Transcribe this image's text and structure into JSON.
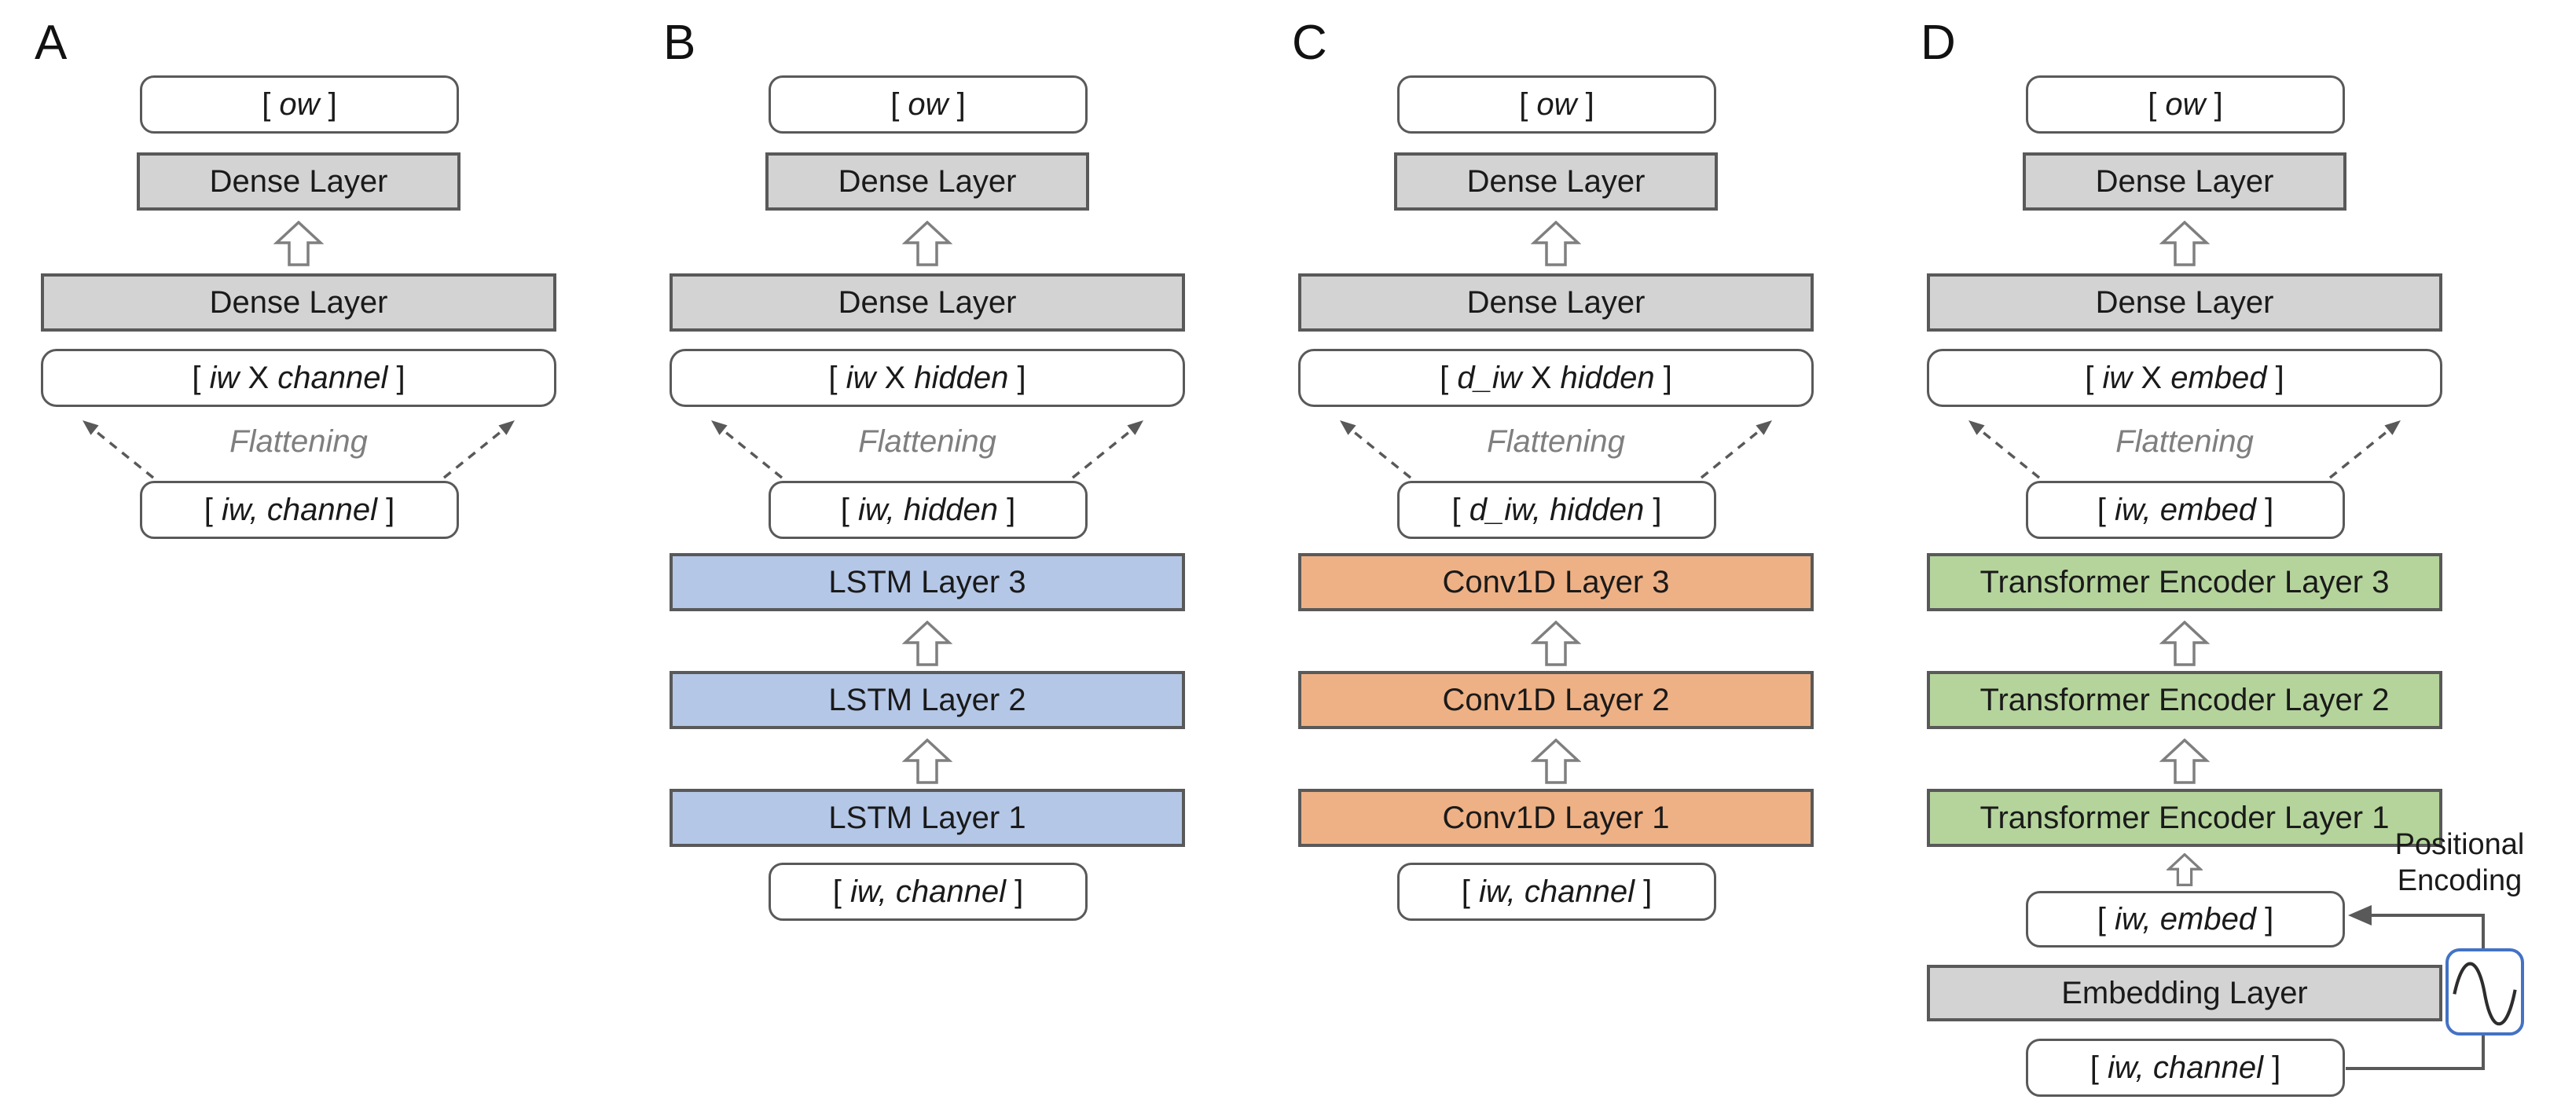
{
  "figure": {
    "colors": {
      "box_border": "#595959",
      "gray_fill": "#d3d3d3",
      "lstm_fill": "#b4c7e7",
      "conv1d_fill": "#eeb185",
      "transformer_fill": "#b5d49c",
      "arrow_outline": "#7f7f7f",
      "flattening_text": "#7f7f7f",
      "positional_box_border": "#4472c4"
    },
    "panels": [
      {
        "label": "A",
        "output": {
          "l": "[ ",
          "v1": "ow",
          "r": " ]"
        },
        "dense_top": "Dense Layer",
        "dense_mid": "Dense Layer",
        "flat_vector": {
          "l": "[ ",
          "v1": "iw",
          "m": " X ",
          "v2": "channel",
          "r": " ]"
        },
        "flattening_label": "Flattening",
        "pre_flatten": {
          "l": "[ ",
          "v1": "iw,",
          "m": " ",
          "v2": "channel",
          "r": " ]"
        }
      },
      {
        "label": "B",
        "output": {
          "l": "[ ",
          "v1": "ow",
          "r": " ]"
        },
        "dense_top": "Dense Layer",
        "dense_mid": "Dense Layer",
        "flat_vector": {
          "l": "[ ",
          "v1": "iw",
          "m": " X ",
          "v2": "hidden",
          "r": " ]"
        },
        "flattening_label": "Flattening",
        "pre_flatten": {
          "l": "[ ",
          "v1": "iw,",
          "m": " ",
          "v2": "hidden",
          "r": " ]"
        },
        "layers": [
          "LSTM Layer 3",
          "LSTM Layer 2",
          "LSTM Layer 1"
        ],
        "input": {
          "l": "[ ",
          "v1": "iw,",
          "m": " ",
          "v2": "channel",
          "r": " ]"
        }
      },
      {
        "label": "C",
        "output": {
          "l": "[ ",
          "v1": "ow",
          "r": " ]"
        },
        "dense_top": "Dense Layer",
        "dense_mid": "Dense Layer",
        "flat_vector": {
          "l": "[ ",
          "v1": "d_iw",
          "m": " X ",
          "v2": "hidden",
          "r": " ]"
        },
        "flattening_label": "Flattening",
        "pre_flatten": {
          "l": "[ ",
          "v1": "d_iw,",
          "m": " ",
          "v2": "hidden",
          "r": " ]"
        },
        "layers": [
          "Conv1D Layer 3",
          "Conv1D Layer 2",
          "Conv1D Layer 1"
        ],
        "input": {
          "l": "[ ",
          "v1": "iw,",
          "m": " ",
          "v2": "channel",
          "r": " ]"
        }
      },
      {
        "label": "D",
        "output": {
          "l": "[ ",
          "v1": "ow",
          "r": " ]"
        },
        "dense_top": "Dense Layer",
        "dense_mid": "Dense Layer",
        "flat_vector": {
          "l": "[ ",
          "v1": "iw",
          "m": " X ",
          "v2": "embed",
          "r": " ]"
        },
        "flattening_label": "Flattening",
        "pre_flatten": {
          "l": "[ ",
          "v1": "iw,",
          "m": " ",
          "v2": "embed",
          "r": " ]"
        },
        "layers": [
          "Transformer Encoder Layer 3",
          "Transformer Encoder Layer 2",
          "Transformer Encoder Layer 1"
        ],
        "embed_vector": {
          "l": "[ ",
          "v1": "iw,",
          "m": " ",
          "v2": "embed",
          "r": " ]"
        },
        "embedding_label": "Embedding Layer",
        "input": {
          "l": "[ ",
          "v1": "iw,",
          "m": " ",
          "v2": "channel",
          "r": " ]"
        },
        "positional_encoding_label": "Positional Encoding"
      }
    ]
  }
}
